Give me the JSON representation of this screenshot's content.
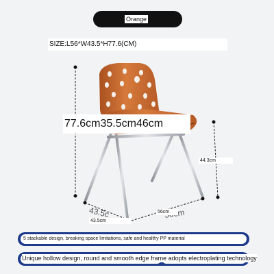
{
  "title": "Orange",
  "size_line": "SIZE:L56*W43.5*H77.6(CM)",
  "dimensions": {
    "overlay_values": "77.6cm35.5cm46cm",
    "height": "44.3cm",
    "width": "56cm",
    "depth": "43.5cm",
    "ghost_depth": "43.5c",
    "ghost_width": "56cm"
  },
  "features": [
    "5 stackable design, breaking space limitations, safe and healthy PP material",
    "Unique hollow design, round and smooth edge frame adopts electroplating technology"
  ],
  "colors": {
    "seat": "#c8662f",
    "accent": "#1e3a8a",
    "pill": "#111111",
    "chrome": "#b9bcc1"
  }
}
